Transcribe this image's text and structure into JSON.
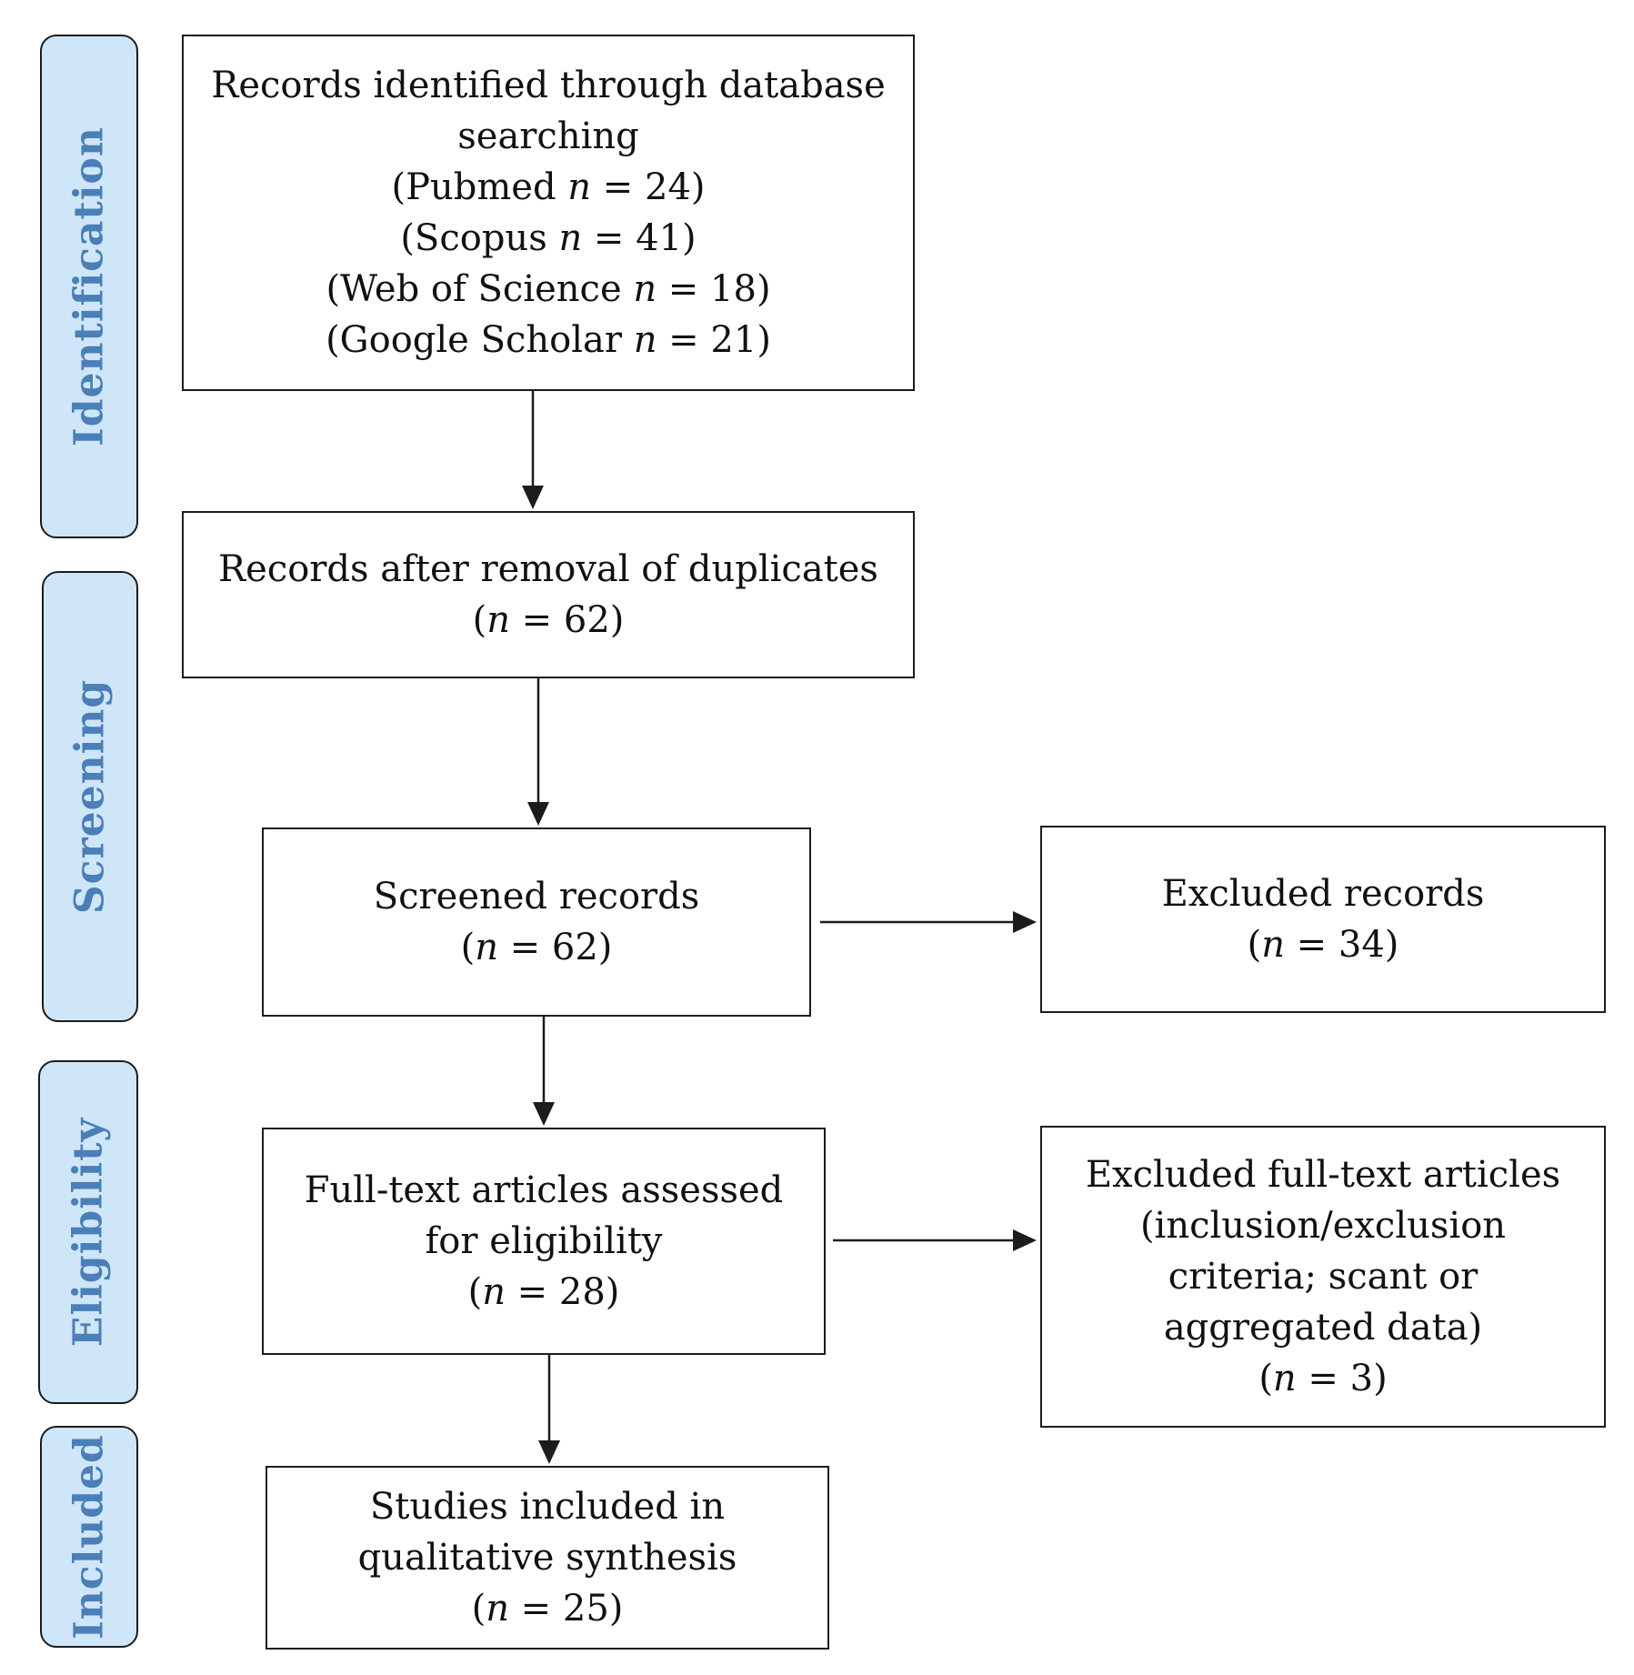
{
  "phases": {
    "identification": "Identification",
    "screening": "Screening",
    "eligibility": "Eligibility",
    "included": "Included"
  },
  "boxes": {
    "identified": {
      "line1": "Records identified through database",
      "line2": "searching",
      "sources": [
        {
          "pre": "(Pubmed ",
          "n": "n",
          "post": " = 24)"
        },
        {
          "pre": "(Scopus ",
          "n": "n",
          "post": " = 41)"
        },
        {
          "pre": "(Web of Science ",
          "n": "n",
          "post": " = 18)"
        },
        {
          "pre": "(Google Scholar ",
          "n": "n",
          "post": " = 21)"
        }
      ]
    },
    "deduplicated": {
      "line1": "Records after removal of duplicates",
      "count": {
        "pre": "(",
        "n": "n",
        "post": " =  62)"
      }
    },
    "screened": {
      "line1": "Screened records",
      "count": {
        "pre": "(",
        "n": "n",
        "post": " =  62)"
      }
    },
    "excluded_records": {
      "line1": "Excluded records",
      "count": {
        "pre": "(",
        "n": "n",
        "post": " = 34)"
      }
    },
    "fulltext": {
      "line1": "Full-text articles assessed",
      "line2": "for eligibility",
      "count": {
        "pre": "(",
        "n": "n",
        "post": " = 28)"
      }
    },
    "excluded_fulltext": {
      "line1": "Excluded full-text articles",
      "line2": "(inclusion/exclusion",
      "line3": "criteria; scant or",
      "line4": "aggregated data)",
      "count": {
        "pre": "(",
        "n": "n",
        "post": " = 3)"
      }
    },
    "included": {
      "line1": "Studies included in",
      "line2": "qualitative synthesis",
      "count": {
        "pre": "(",
        "n": "n",
        "post": " = 25)"
      }
    }
  },
  "colors": {
    "phase_fill": "#cfe6f8",
    "phase_text": "#4a7fb8",
    "stroke": "#1c1c1c"
  }
}
